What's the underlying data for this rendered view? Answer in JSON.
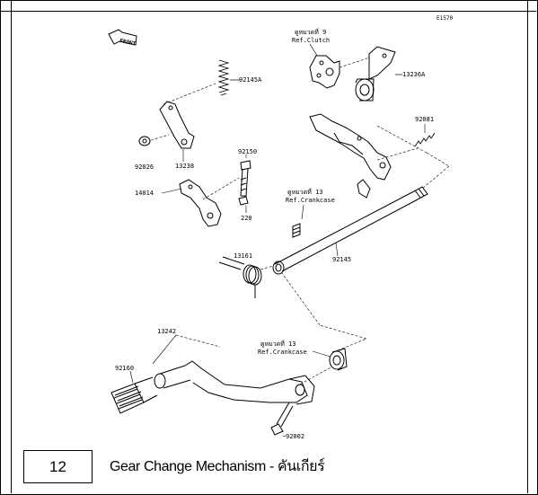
{
  "diagram": {
    "code": "E1570",
    "front_label": "FRONT",
    "parts": [
      "92145A",
      "92026",
      "13238",
      "92150",
      "14014",
      "220",
      "13236A",
      "92081",
      "92145",
      "13161",
      "13242",
      "92160",
      "92002"
    ],
    "ref_clutch_line1": "ดูหมวดที่ 9",
    "ref_clutch_line2": "Ref.Clutch",
    "ref_crankcase_a_line1": "ดูหมวดที่ 13",
    "ref_crankcase_a_line2": "Ref.Crankcase",
    "ref_crankcase_b_line1": "ดูหมวดที่ 13",
    "ref_crankcase_b_line2": "Ref.Crankcase"
  },
  "caption": {
    "number": "12",
    "title": "Gear Change Mechanism - คันเกียร์"
  }
}
